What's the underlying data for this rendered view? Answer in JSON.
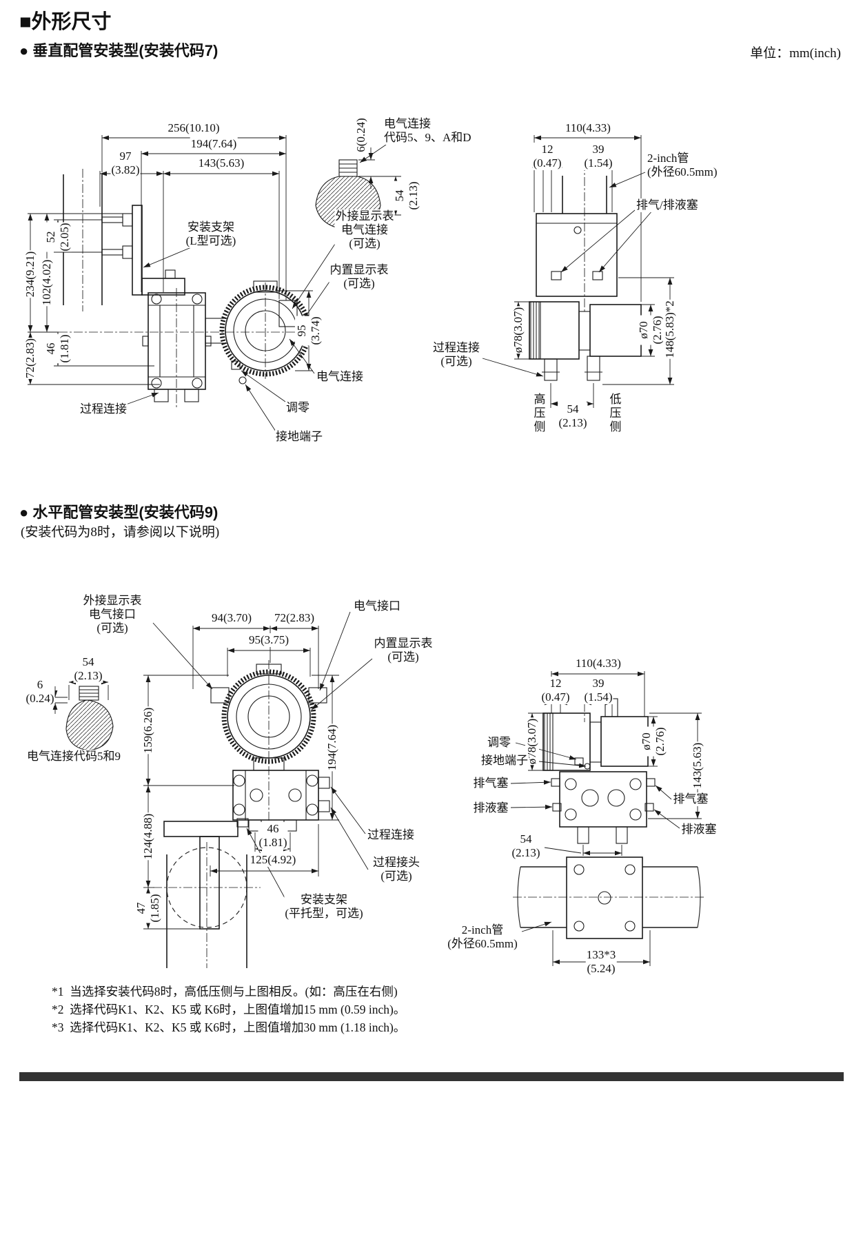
{
  "page": {
    "title": "■外形尺寸",
    "unit_note": "单位：mm(inch)"
  },
  "section1": {
    "heading": "● 垂直配管安装型(安装代码7)",
    "front": {
      "dim_256": "256(10.10)",
      "dim_194": "194(7.64)",
      "dim_97": "97\n(3.82)",
      "dim_143": "143(5.63)",
      "dim_52": "52\n(2.05)",
      "dim_234": "234(9.21)",
      "dim_102": "102(4.02)",
      "dim_46": "46\n(1.81)",
      "dim_72": "72(2.83)",
      "dim_95": "95\n(3.74)",
      "label_bracket": "安装支架\n(L型可选)",
      "label_ext_indicator": "外接显示表\n电气连接\n(可选)",
      "label_integral_indicator": "内置显示表\n(可选)",
      "label_elec_conn": "电气连接",
      "label_process_conn": "过程连接",
      "label_zero_adj": "调零",
      "label_ground": "接地端子"
    },
    "detail": {
      "dim_6": "6(0.24)",
      "label": "电气连接\n代码5、9、A和D",
      "dim_54": "54\n(2.13)"
    },
    "side": {
      "dim_110": "110(4.33)",
      "dim_12": "12\n(0.47)",
      "dim_39": "39\n(1.54)",
      "label_pipe": "2-inch管\n(外径60.5mm)",
      "label_vent_drain": "排气/排液塞",
      "dim_d78": "ø78(3.07)",
      "dim_d70": "ø70\n(2.76)",
      "dim_148": "148(5.83)*2",
      "label_process_conn": "过程连接\n(可选)",
      "label_high": "高\n压\n侧",
      "dim_54": "54\n(2.13)",
      "label_low": "低\n压\n侧"
    }
  },
  "section2": {
    "heading": "● 水平配管安装型(安装代码9)",
    "subheading": "(安装代码为8时，请参阅以下说明)",
    "front": {
      "label_ext_indicator": "外接显示表\n电气接口\n(可选)",
      "dim_94": "94(3.70)",
      "dim_72": "72(2.83)",
      "label_elec_port": "电气接口",
      "dim_95": "95(3.75)",
      "label_integral_indicator": "内置显示表\n(可选)",
      "dim_159": "159(6.26)",
      "dim_194": "194(7.64)",
      "dim_46": "46\n(1.81)",
      "dim_124": "124(4.88)",
      "dim_125": "125(4.92)",
      "label_process_conn": "过程连接",
      "label_process_adapter": "过程接头\n(可选)",
      "dim_47": "47\n(1.85)",
      "label_bracket": "安装支架\n(平托型，可选)"
    },
    "detail": {
      "dim_54": "54\n(2.13)",
      "dim_6": "6\n(0.24)",
      "label": "电气连接代码5和9"
    },
    "side": {
      "dim_110": "110(4.33)",
      "dim_12": "12\n(0.47)",
      "dim_39": "39\n(1.54)",
      "dim_d78": "ø78(3.07)",
      "dim_d70": "ø70\n(2.76)",
      "dim_143": "143(5.63)",
      "label_zero_adj": "调零",
      "label_ground": "接地端子",
      "label_vent_left": "排气塞",
      "label_drain_left": "排液塞",
      "label_vent_right": "排气塞",
      "label_drain_right": "排液塞",
      "dim_54": "54\n(2.13)",
      "label_pipe": "2-inch管\n(外径60.5mm)",
      "dim_133": "133*3\n(5.24)"
    }
  },
  "footnotes": [
    "*1  当选择安装代码8时，高低压侧与上图相反。(如：高压在右侧)",
    "*2  选择代码K1、K2、K5 或 K6时，上图值增加15 mm (0.59 inch)。",
    "*3  选择代码K1、K2、K5 或 K6时，上图值增加30 mm (1.18 inch)。"
  ]
}
